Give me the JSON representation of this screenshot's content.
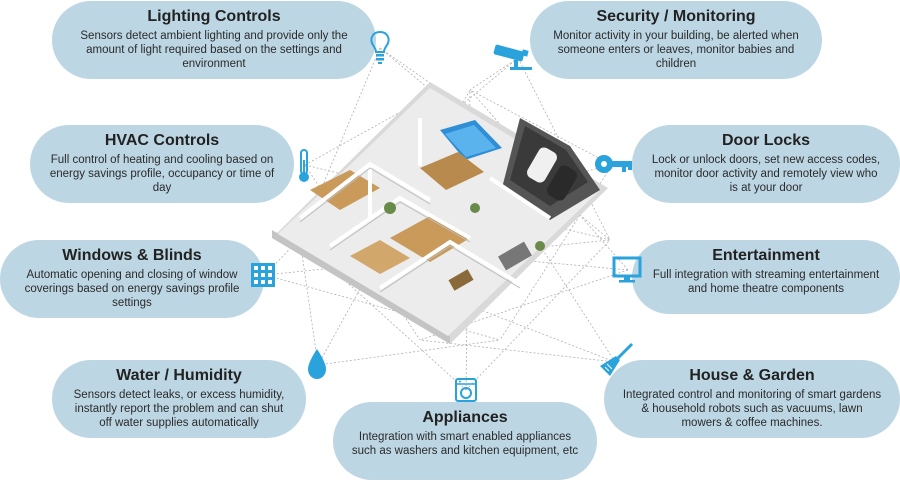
{
  "features": {
    "lighting": {
      "title": "Lighting Controls",
      "desc": "Sensors detect ambient lighting and provide only the amount of light required based on the settings and environment",
      "icon": "light-bulb-icon"
    },
    "security": {
      "title": "Security / Monitoring",
      "desc": "Monitor activity in your building, be alerted when someone enters or leaves, monitor babies and children",
      "icon": "security-camera-icon"
    },
    "hvac": {
      "title": "HVAC Controls",
      "desc": "Full control of heating and cooling based on energy savings profile, occupancy or time of day",
      "icon": "thermometer-icon"
    },
    "doorlocks": {
      "title": "Door Locks",
      "desc": "Lock or unlock doors, set new access codes, monitor door activity and remotely view who is at your door",
      "icon": "key-icon"
    },
    "windows": {
      "title": "Windows & Blinds",
      "desc": "Automatic opening and closing of window coverings based on energy savings profile settings",
      "icon": "window-icon"
    },
    "entertainment": {
      "title": "Entertainment",
      "desc": "Full integration with streaming entertainment and home theatre components",
      "icon": "tv-icon"
    },
    "water": {
      "title": "Water / Humidity",
      "desc": "Sensors detect leaks, or excess humidity, instantly report the problem and can shut off water supplies automatically",
      "icon": "water-drop-icon"
    },
    "garden": {
      "title": "House & Garden",
      "desc": "Integrated control and monitoring of smart gardens & household robots such as vacuums, lawn mowers & coffee machines.",
      "icon": "broom-icon"
    },
    "appliances": {
      "title": "Appliances",
      "desc": "Integration with smart enabled appliances such as washers and kitchen equipment, etc",
      "icon": "washing-machine-icon"
    }
  },
  "colors": {
    "pill": "#bcd6e3",
    "icon": "#2aa3dd",
    "line": "#a8a8a8"
  }
}
